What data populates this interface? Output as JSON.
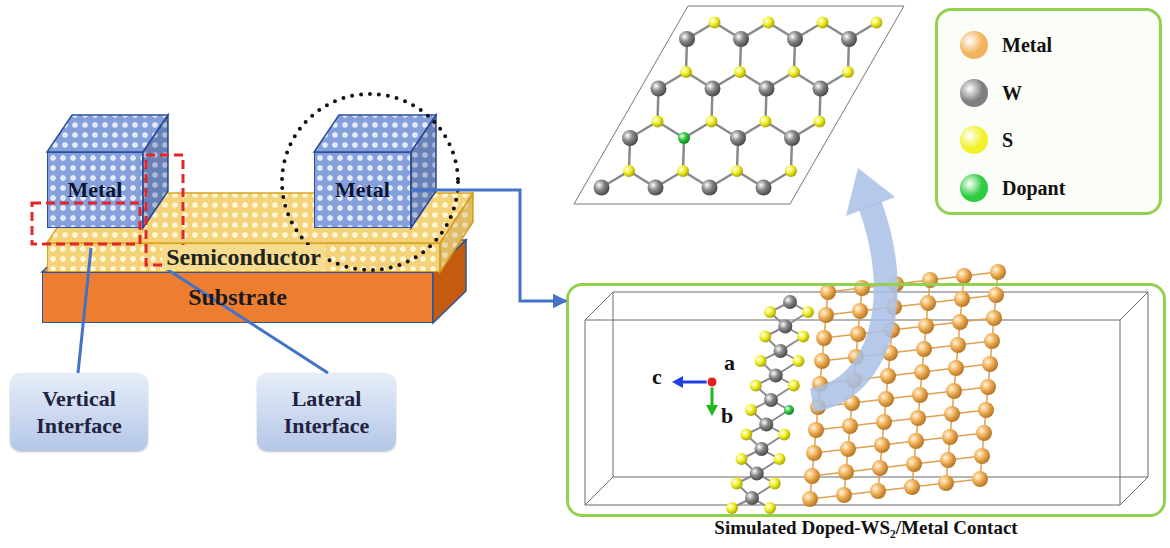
{
  "diagram": {
    "nodes": [
      {
        "text": [
          "Metal"
        ]
      },
      {
        "text": [
          "Metal"
        ]
      },
      {
        "text": [
          "Semiconductor"
        ]
      },
      {
        "text": [
          "Substrate"
        ]
      },
      {
        "text": [
          "Vertical Interface"
        ]
      },
      {
        "text": [
          "Lateral Interface"
        ]
      },
      {
        "text": [
          "Simulated Doped-WS₂/Metal Contact"
        ]
      }
    ],
    "edges": [
      {
        "from": 1,
        "to": 6,
        "arrow": "to"
      }
    ],
    "labels": [
      "c",
      "a",
      "b"
    ],
    "legend": [
      {
        "text": "Metal",
        "color": "#f2b35c"
      },
      {
        "text": "W",
        "color": "#7f7f7f"
      },
      {
        "text": "S",
        "color": "#f2f22a"
      },
      {
        "text": "Dopant",
        "color": "#2ecc40"
      }
    ]
  }
}
